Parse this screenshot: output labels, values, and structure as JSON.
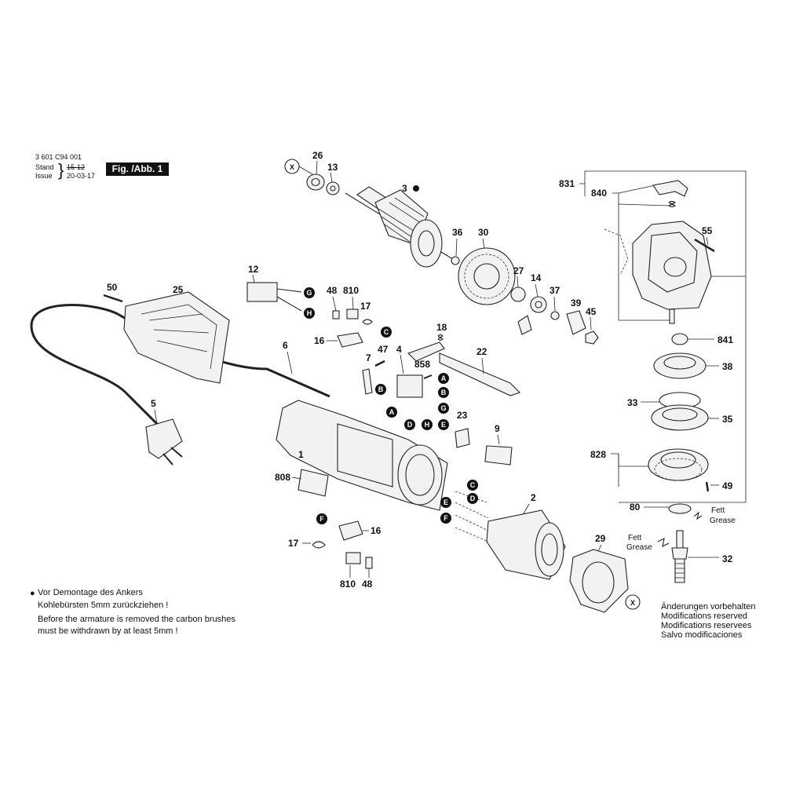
{
  "header": {
    "doc_number": "3 601 C94 001",
    "stand_label": "Stand",
    "issue_label": "Issue",
    "stand_value": "15-12",
    "issue_value": "20-03-17",
    "figure_label": "Fig. /Abb. 1"
  },
  "parts": {
    "p1": "1",
    "p2": "2",
    "p3": "3",
    "p4": "4",
    "p5": "5",
    "p6": "6",
    "p7": "7",
    "p9": "9",
    "p12": "12",
    "p13": "13",
    "p14": "14",
    "p16a": "16",
    "p16b": "16",
    "p17a": "17",
    "p17b": "17",
    "p18": "18",
    "p22": "22",
    "p23": "23",
    "p25": "25",
    "p26": "26",
    "p27": "27",
    "p29": "29",
    "p30": "30",
    "p32": "32",
    "p33": "33",
    "p35": "35",
    "p36": "36",
    "p37": "37",
    "p38": "38",
    "p39": "39",
    "p45": "45",
    "p47": "47",
    "p48a": "48",
    "p48b": "48",
    "p49": "49",
    "p50": "50",
    "p55": "55",
    "p80": "80",
    "p808": "808",
    "p810a": "810",
    "p810b": "810",
    "p828": "828",
    "p831": "831",
    "p840": "840",
    "p841": "841",
    "p858": "858"
  },
  "badges": {
    "x": "X",
    "a": "A",
    "b": "B",
    "c": "C",
    "d": "D",
    "e": "E",
    "f": "F",
    "g": "G",
    "h": "H"
  },
  "grease": {
    "fett": "Fett",
    "grease": "Grease"
  },
  "notes": {
    "de_line1": "Vor Demontage des Ankers",
    "de_line2": "Kohlebürsten 5mm zurückziehen !",
    "en_line1": "Before the armature is removed the carbon brushes",
    "en_line2": "must be withdrawn by at least 5mm !",
    "bullet": "●"
  },
  "modifications": {
    "de": "Änderungen vorbehalten",
    "en1": "Modifications reserved",
    "en2": "Modifications reservees",
    "es": "Salvo modificaciones"
  }
}
